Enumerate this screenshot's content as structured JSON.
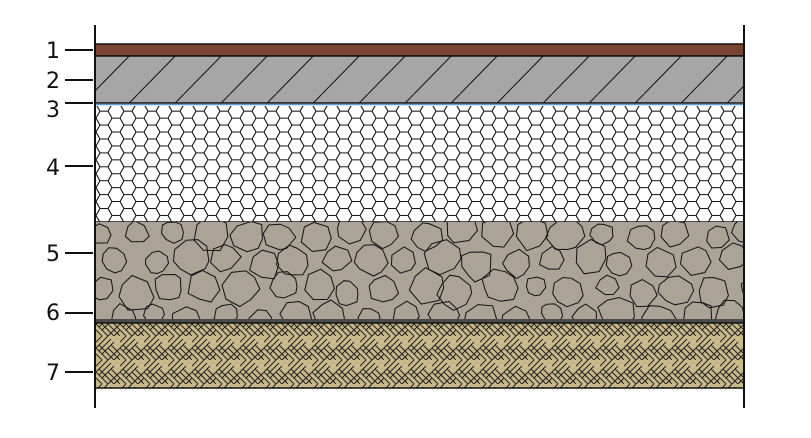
{
  "layers": [
    {
      "label": "1",
      "color": "#7a4433"
    },
    {
      "label": "2",
      "color": "#a6a6a6"
    },
    {
      "label": "3",
      "color": "#5a9ad8"
    },
    {
      "label": "4",
      "color": "#ffffff"
    },
    {
      "label": "5",
      "color": "#aaa396"
    },
    {
      "label": "6",
      "color": "#4a4a4a"
    },
    {
      "label": "7",
      "color": "#c9b98a"
    }
  ]
}
